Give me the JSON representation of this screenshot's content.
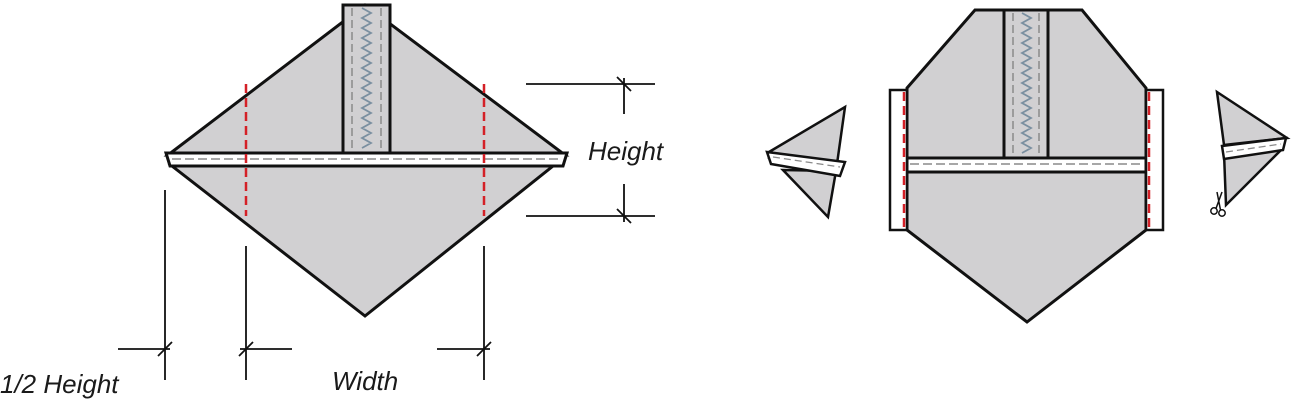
{
  "labels": {
    "height": "Height",
    "width": "Width",
    "half_height": "1/2 Height"
  },
  "icons": {
    "scissors": "scissors-icon"
  },
  "colors": {
    "fabric": "#d1d0d2",
    "outline": "#111111",
    "cut_line": "#d42027",
    "stitch": "#8a8a8a",
    "zigzag": "#7a8fa0"
  }
}
